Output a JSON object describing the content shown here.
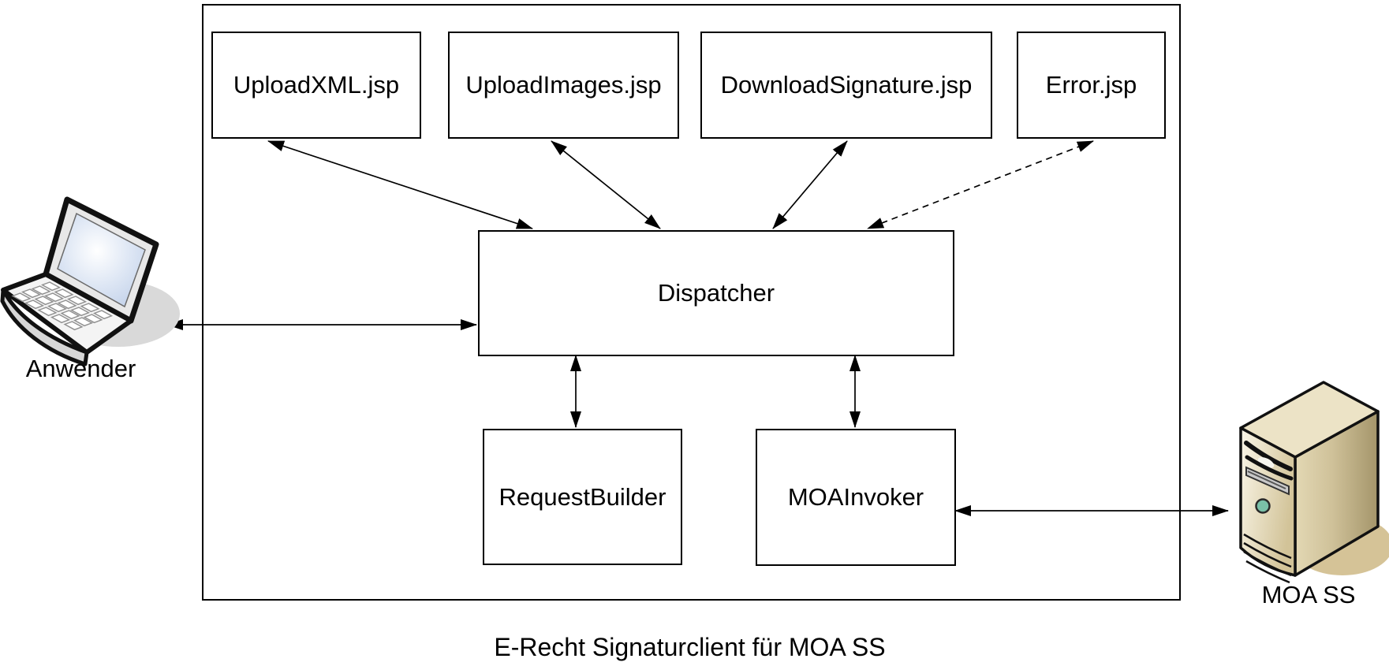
{
  "diagram": {
    "type": "architecture-diagram",
    "caption": "E-Recht Signaturclient für MOA SS",
    "actors": {
      "client": {
        "label": "Anwender",
        "icon": "laptop-icon"
      },
      "server": {
        "label": "MOA SS",
        "icon": "server-icon"
      }
    },
    "container": {
      "jsp_pages": [
        "UploadXML.jsp",
        "UploadImages.jsp",
        "DownloadSignature.jsp",
        "Error.jsp"
      ],
      "dispatcher": "Dispatcher",
      "workers": [
        "RequestBuilder",
        "MOAInvoker"
      ]
    },
    "edges": [
      {
        "from": "UploadXML.jsp",
        "to": "Dispatcher",
        "style": "solid",
        "bidirectional": true
      },
      {
        "from": "UploadImages.jsp",
        "to": "Dispatcher",
        "style": "solid",
        "bidirectional": true
      },
      {
        "from": "DownloadSignature.jsp",
        "to": "Dispatcher",
        "style": "solid",
        "bidirectional": true
      },
      {
        "from": "Error.jsp",
        "to": "Dispatcher",
        "style": "dashed",
        "bidirectional": true
      },
      {
        "from": "Anwender",
        "to": "Dispatcher",
        "style": "solid",
        "bidirectional": true
      },
      {
        "from": "Dispatcher",
        "to": "RequestBuilder",
        "style": "solid",
        "bidirectional": true
      },
      {
        "from": "Dispatcher",
        "to": "MOAInvoker",
        "style": "solid",
        "bidirectional": true
      },
      {
        "from": "MOAInvoker",
        "to": "MOA SS",
        "style": "solid",
        "bidirectional": true
      }
    ],
    "colors": {
      "line": "#000000",
      "box_fill": "#ffffff",
      "laptop_screen": "#c9d6ec",
      "laptop_shadow": "#d9d9d9",
      "server_front": "#f6f0dd",
      "server_side": "#b3a478",
      "server_shadow": "#d5c397",
      "server_button": "#7ac0a8"
    }
  }
}
